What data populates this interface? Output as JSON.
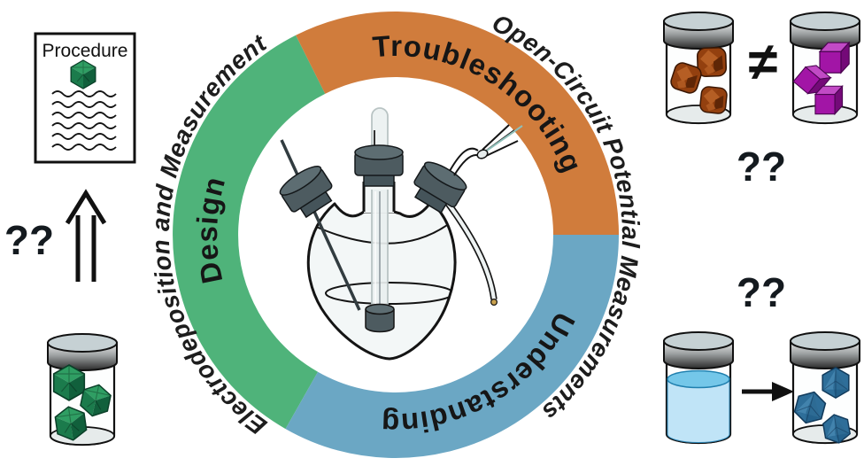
{
  "colors": {
    "ring-green": "#4FB37A",
    "ring-orange": "#D07C3C",
    "ring-blue": "#6BA7C4",
    "ink": "#161616",
    "cap": "#4D5B60",
    "cap-top": "#5D6D72",
    "cap-collar": "#45545A",
    "lid-top": "#C6D1D4",
    "lid-light": "#ECECEC",
    "lid-dark": "#2A2A2A",
    "glass": "#F3F7F7",
    "glass-line": "#B9C4C4",
    "green-face-light": "#2F9E63",
    "green-face-mid": "#1B7B4C",
    "green-face-dark": "#11603C",
    "brown-light": "#B55E24",
    "brown-mid": "#93400F",
    "brown-dark": "#5F2606",
    "purple-light": "#C14AC5",
    "purple-mid": "#A215A6",
    "purple-dark": "#740A78",
    "bluecrystal-light": "#4585AF",
    "bluecrystal-mid": "#2E6E99",
    "bluecrystal-dark": "#1E5880",
    "liquid-surface": "#74C7E9",
    "liquid-body": "#C0E4F7",
    "tip-gold": "#C9A14E",
    "wire-teal": "#8FBFB9"
  },
  "ring": {
    "segments": [
      {
        "label": "Design",
        "color": "ring-green"
      },
      {
        "label": "Troubleshooting",
        "color": "ring-orange"
      },
      {
        "label": "Understanding",
        "color": "ring-blue"
      }
    ],
    "outer_left_label": "Electrodeposition and Measurement",
    "outer_right_label": "Open-Circuit Potential Measurements"
  },
  "procedure_document": {
    "title": "Procedure"
  },
  "symbols": {
    "not_equal": "≠",
    "question_left": "??",
    "question_right_top": "??",
    "question_right_bottom": "??"
  }
}
